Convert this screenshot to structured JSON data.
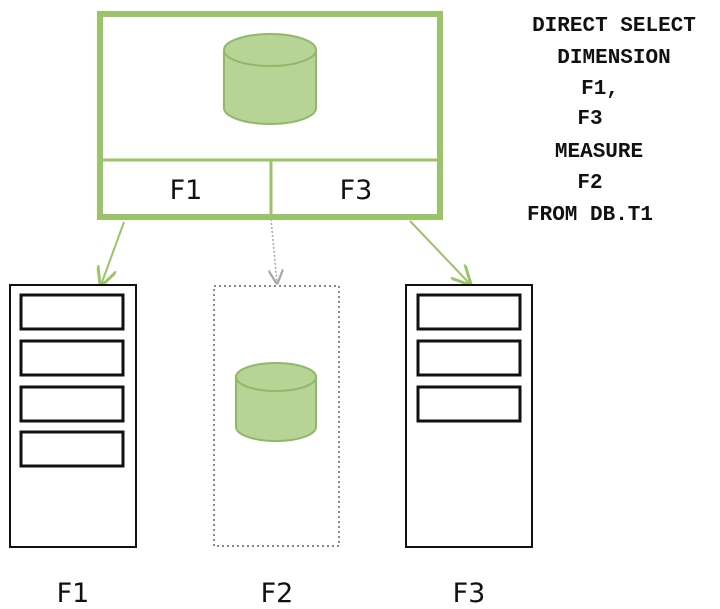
{
  "query": {
    "lines": [
      "DIRECT SELECT",
      "DIMENSION",
      "F1,",
      "F3",
      "MEASURE",
      "F2",
      "FROM DB.T1"
    ]
  },
  "source_table": {
    "fields": [
      "F1",
      "F3"
    ]
  },
  "columns": [
    {
      "label": "F1",
      "slots": 4,
      "style": "solid"
    },
    {
      "label": "F2",
      "slots": 0,
      "style": "dotted",
      "contains": "database-icon"
    },
    {
      "label": "F3",
      "slots": 3,
      "style": "solid"
    }
  ],
  "colors": {
    "accent_green": "#9bc46a",
    "cylinder_fill": "#b7d395",
    "cylinder_stroke": "#90b868",
    "dotted_arrow": "#a8a8a8",
    "ink": "#111111"
  }
}
